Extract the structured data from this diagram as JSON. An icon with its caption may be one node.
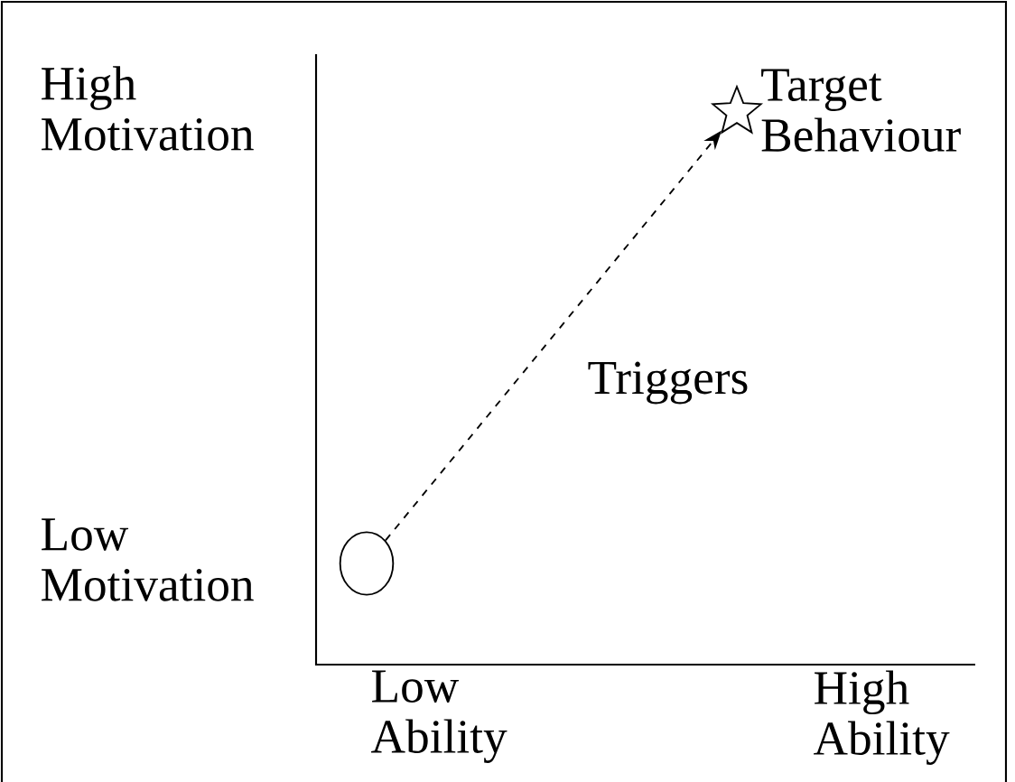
{
  "diagram": {
    "nodes": [
      {
        "text": [],
        "shape": "circle"
      },
      {
        "text": [],
        "shape": "star",
        "beside": [
          "Target Behaviour"
        ]
      }
    ],
    "edges": [
      {
        "from": 0,
        "to": 1,
        "arrow": "to",
        "style": "dashed"
      }
    ],
    "labels": [
      "High Motivation",
      "Low Motivation",
      "Triggers",
      "Low Ability",
      "High Ability"
    ]
  }
}
